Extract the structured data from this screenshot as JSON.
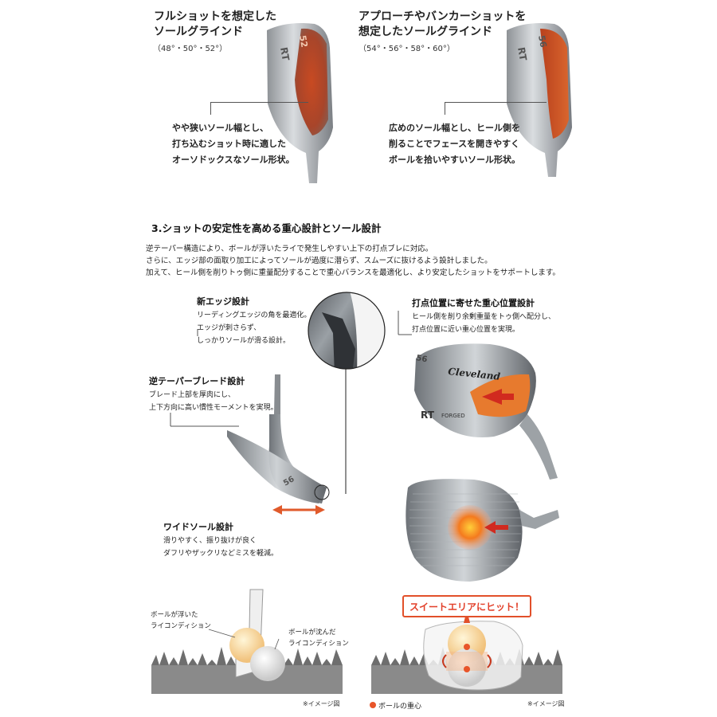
{
  "sole1": {
    "title1": "フルショットを想定した",
    "title2": "ソールグラインド",
    "lofts": "（48°・50°・52°）",
    "desc": [
      "やや狭いソール幅とし、",
      "打ち込むショット時に適した",
      "オーソドックスなソール形状。"
    ]
  },
  "sole2": {
    "title1": "アプローチやバンカーショットを",
    "title2": "想定したソールグラインド",
    "lofts": "（54°・56°・58°・60°）",
    "desc": [
      "広めのソール幅とし、ヒール側を",
      "削ることでフェースを開きやすく",
      "ボールを拾いやすいソール形状。"
    ]
  },
  "section3": {
    "heading": "3.ショットの安定性を高める重心設計とソール設計",
    "paragraph": [
      "逆テーパー構造により、ボールが浮いたライで発生しやすい上下の打点ブレに対応。",
      "さらに、エッジ部の面取り加工によってソールが過度に潜らず、スムーズに抜けるよう設計しました。",
      "加えて、ヒール側を削りトゥ側に重量配分することで重心バランスを最適化し、より安定したショットをサポートします。"
    ]
  },
  "features": {
    "edge": {
      "title": "新エッジ設計",
      "lines": [
        "リーディングエッジの角を最適化。",
        "エッジが刺さらず、",
        "しっかりソールが滑る設計。"
      ]
    },
    "taper": {
      "title": "逆テーパーブレード設計",
      "lines": [
        "ブレード上部を厚肉にし、",
        "上下方向に高い慣性モーメントを実現。"
      ]
    },
    "wide": {
      "title": "ワイドソール設計",
      "lines": [
        "滑りやすく、振り抜けが良く",
        "ダフリやザックリなどミスを軽減。"
      ]
    },
    "cg": {
      "title": "打点位置に寄せた重心位置設計",
      "lines": [
        "ヒール側を削り余剰重量をトゥ側へ配分し、",
        "打点位置に近い重心位置を実現。"
      ]
    }
  },
  "clubhead": {
    "brand": "Cleveland",
    "model": "RT",
    "sub": "FORGED",
    "loft": "56"
  },
  "lie": {
    "floating": [
      "ボールが浮いた",
      "ライコンディション"
    ],
    "sunk": [
      "ボールが沈んだ",
      "ライコンディション"
    ],
    "sweet_banner": "スイートエリアにヒット！",
    "legend": "ボールの重心",
    "note_left": "※イメージ図",
    "note_right": "※イメージ図"
  },
  "colors": {
    "accent": "#e8552a",
    "banner_border": "#e2502a",
    "copper": "#c8552b"
  }
}
